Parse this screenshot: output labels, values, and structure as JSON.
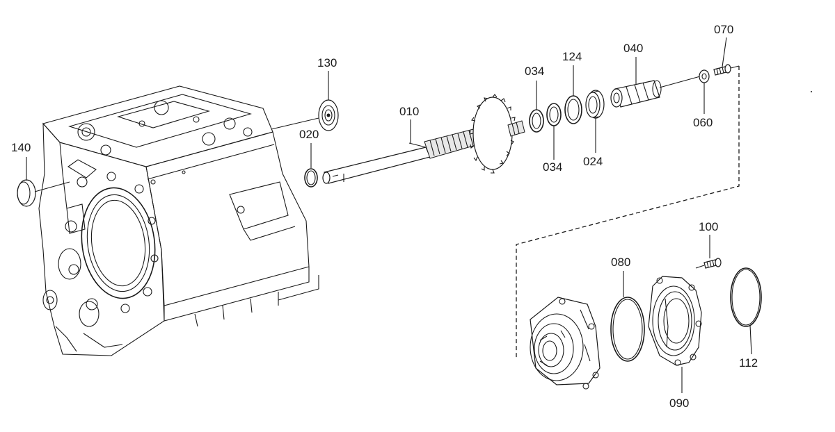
{
  "diagram": {
    "parts": [
      {
        "id": "p010",
        "label": "010",
        "name": "shaft"
      },
      {
        "id": "p020",
        "label": "020",
        "name": "snap-ring"
      },
      {
        "id": "p024",
        "label": "024",
        "name": "bearing"
      },
      {
        "id": "p034a",
        "label": "034",
        "name": "shim-upper"
      },
      {
        "id": "p034b",
        "label": "034",
        "name": "shim-lower"
      },
      {
        "id": "p040",
        "label": "040",
        "name": "sleeve"
      },
      {
        "id": "p060",
        "label": "060",
        "name": "nut"
      },
      {
        "id": "p070",
        "label": "070",
        "name": "screw"
      },
      {
        "id": "p080",
        "label": "080",
        "name": "o-ring"
      },
      {
        "id": "p090",
        "label": "090",
        "name": "cover"
      },
      {
        "id": "p100",
        "label": "100",
        "name": "bolt"
      },
      {
        "id": "p112",
        "label": "112",
        "name": "seal-ring"
      },
      {
        "id": "p124",
        "label": "124",
        "name": "ring"
      },
      {
        "id": "p130",
        "label": "130",
        "name": "seal"
      },
      {
        "id": "p140",
        "label": "140",
        "name": "plug"
      }
    ]
  }
}
